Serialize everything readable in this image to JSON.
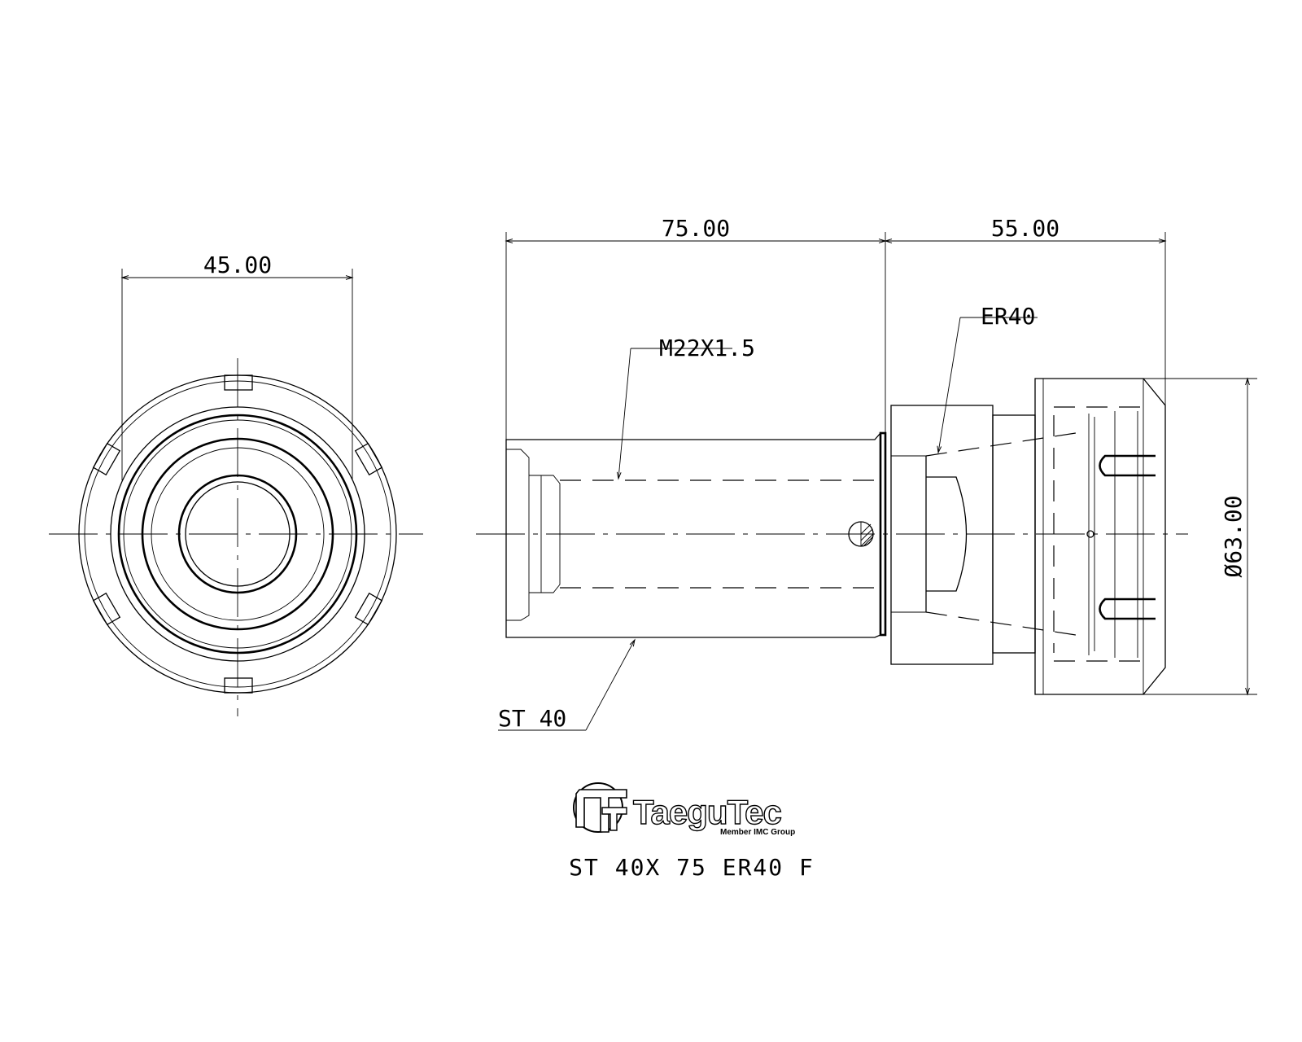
{
  "dimensions": {
    "front_width": "45.00",
    "shank_length": "75.00",
    "head_length": "55.00",
    "diameter": "Ø63.00"
  },
  "callouts": {
    "thread": "M22X1.5",
    "collet": "ER40",
    "shank": "ST 40"
  },
  "logo": {
    "brand": "TaeguTec",
    "tagline": "Member IMC Group"
  },
  "part_number": "ST 40X 75 ER40 F"
}
